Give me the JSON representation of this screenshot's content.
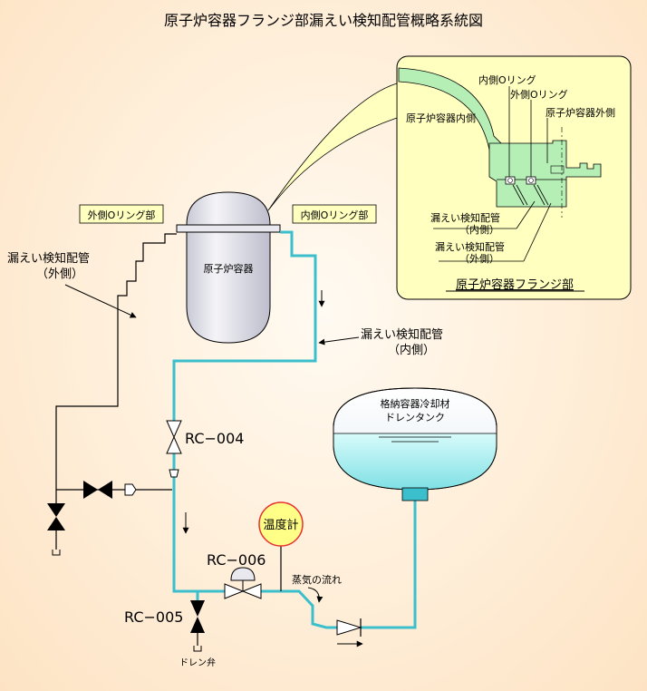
{
  "title": "原子炉容器フランジ部漏えい検知配管概略系統図",
  "labels": {
    "outer_oring_section": "外側Oリング部",
    "inner_oring_section": "内側Oリング部",
    "leak_pipe_outer_l1": "漏えい検知配管",
    "leak_pipe_outer_l2": "（外側）",
    "leak_pipe_inner_l1": "漏えい検知配管",
    "leak_pipe_inner_l2": "（内側）",
    "reactor_vessel": "原子炉容器",
    "drain_tank_l1": "格納容器冷却材",
    "drain_tank_l2": "ドレンタンク",
    "thermometer": "温度計",
    "steam_flow": "蒸気の流れ",
    "drain_valve": "ドレン弁"
  },
  "valves": {
    "rc004": "RC−004",
    "rc005": "RC−005",
    "rc006": "RC−006"
  },
  "inset": {
    "title": "原子炉容器フランジ部",
    "inside": "原子炉容器内側",
    "outside": "原子炉容器外側",
    "inner_oring": "内側Oリング",
    "outer_oring": "外側Oリング",
    "pipe_inner_l1": "漏えい検知配管",
    "pipe_inner_l2": "（内側）",
    "pipe_outer_l1": "漏えい検知配管",
    "pipe_outer_l2": "（外側）"
  },
  "colors": {
    "inner_pipe": "#3cbfcc",
    "inset_bg": "#ffffc0",
    "flange_fill": "#b6efb6",
    "tank_water": "#aef0f0",
    "thermometer_fill": "#ffff88",
    "thermometer_ring": "#e83030",
    "label_box": "#ffffc0"
  }
}
